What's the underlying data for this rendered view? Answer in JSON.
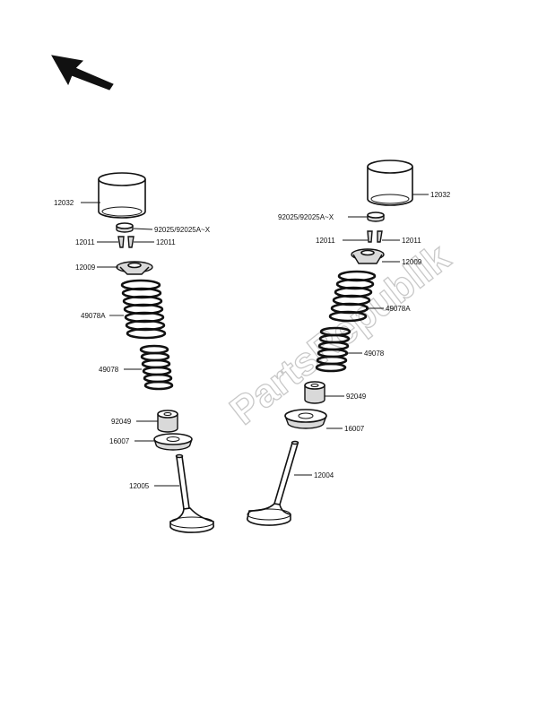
{
  "watermark": "PartsRepublik",
  "left_assembly": {
    "labels": {
      "tappet": "12032",
      "shim": "92025/92025A~X",
      "cotter_left": "12011",
      "cotter_right": "12011",
      "retainer": "12009",
      "spring_outer": "49078A",
      "spring_inner": "49078",
      "seal": "92049",
      "seat": "16007",
      "valve": "12005"
    }
  },
  "right_assembly": {
    "labels": {
      "tappet": "12032",
      "shim": "92025/92025A~X",
      "cotter_left": "12011",
      "cotter_right": "12011",
      "retainer": "12009",
      "spring_outer": "49078A",
      "spring_inner": "49078",
      "seal": "92049",
      "seat": "16007",
      "valve": "12004"
    }
  }
}
